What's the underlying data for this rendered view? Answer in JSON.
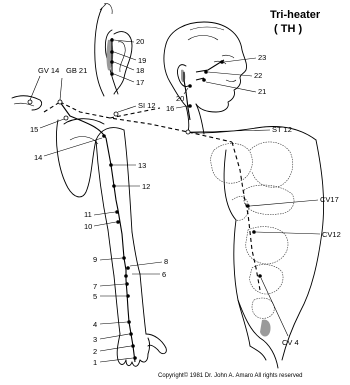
{
  "title": {
    "line1": "Tri-heater",
    "line2": "( TH )"
  },
  "labels": {
    "gv14": "GV 14",
    "gb21": "GB 21",
    "si12": "SI 12",
    "st12": "ST 12",
    "cv17": "CV17",
    "cv12": "CV12",
    "cv4": "CV 4",
    "p1": "1",
    "p2": "2",
    "p3": "3",
    "p4": "4",
    "p5": "5",
    "p6": "6",
    "p7": "7",
    "p8": "8",
    "p9": "9",
    "p10": "10",
    "p11": "11",
    "p12": "12",
    "p13": "13",
    "p14": "14",
    "p15": "15",
    "p16": "16",
    "p17": "17",
    "p18": "18",
    "p19": "19",
    "p20a": "20",
    "p20b": "20",
    "p21": "21",
    "p22": "22",
    "p23": "23"
  },
  "copyright": "Copyright© 1981  Dr. John A. Amaro All rights reserved"
}
